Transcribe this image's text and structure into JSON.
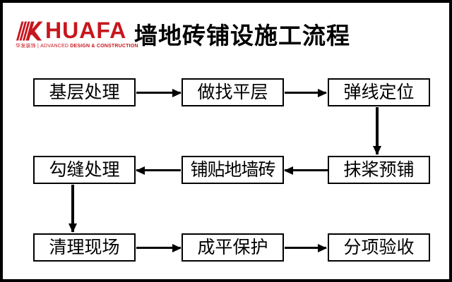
{
  "slide": {
    "background": "#ffffff",
    "border_color": "#000000"
  },
  "brand": {
    "name": "HUAFA",
    "tagline_zh": "华发装饰 ",
    "tagline_en_prefix": "| ADVANCED ",
    "tagline_en_bold": "DESIGN & CONSTRUCTION",
    "color": "#c8161e"
  },
  "title": "墙地砖铺设施工流程",
  "flowchart": {
    "nodes": [
      {
        "id": "n1",
        "label": "基层处理",
        "row": 1,
        "col": 1
      },
      {
        "id": "n2",
        "label": "做找平层",
        "row": 1,
        "col": 2
      },
      {
        "id": "n3",
        "label": "弹线定位",
        "row": 1,
        "col": 3
      },
      {
        "id": "n4",
        "label": "抹桨预铺",
        "row": 2,
        "col": 3
      },
      {
        "id": "n5",
        "label": "铺贴地墙砖",
        "row": 2,
        "col": 2
      },
      {
        "id": "n6",
        "label": "勾缝处理",
        "row": 2,
        "col": 1
      },
      {
        "id": "n7",
        "label": "清理现场",
        "row": 3,
        "col": 1
      },
      {
        "id": "n8",
        "label": "成平保护",
        "row": 3,
        "col": 2
      },
      {
        "id": "n9",
        "label": "分项验收",
        "row": 3,
        "col": 3
      }
    ],
    "edges": [
      {
        "from": "基层处理",
        "to": "做找平层",
        "direction": "right"
      },
      {
        "from": "做找平层",
        "to": "弹线定位",
        "direction": "right"
      },
      {
        "from": "弹线定位",
        "to": "抹桨预铺",
        "direction": "down"
      },
      {
        "from": "抹桨预铺",
        "to": "铺贴地墙砖",
        "direction": "left"
      },
      {
        "from": "铺贴地墙砖",
        "to": "勾缝处理",
        "direction": "left"
      },
      {
        "from": "勾缝处理",
        "to": "清理现场",
        "direction": "down"
      },
      {
        "from": "清理现场",
        "to": "成平保护",
        "direction": "right"
      },
      {
        "from": "成平保护",
        "to": "分项验收",
        "direction": "right"
      }
    ]
  }
}
